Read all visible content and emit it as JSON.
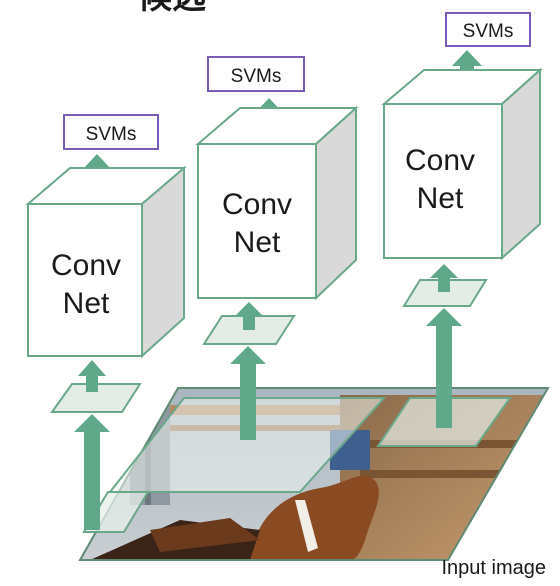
{
  "header": {
    "title_fragment": "候选"
  },
  "networks": [
    {
      "line1": "Conv",
      "line2": "Net",
      "output": "SVMs"
    },
    {
      "line1": "Conv",
      "line2": "Net",
      "output": "SVMs"
    },
    {
      "line1": "Conv",
      "line2": "Net",
      "output": "SVMs"
    }
  ],
  "input_label": "Input image",
  "colors": {
    "arrow": "#5fa98a",
    "box_border": "#6aa88a",
    "svm_border": "#7a5cb8",
    "cube_side": "#d9d9d9",
    "patch": "#dfe9e2"
  }
}
